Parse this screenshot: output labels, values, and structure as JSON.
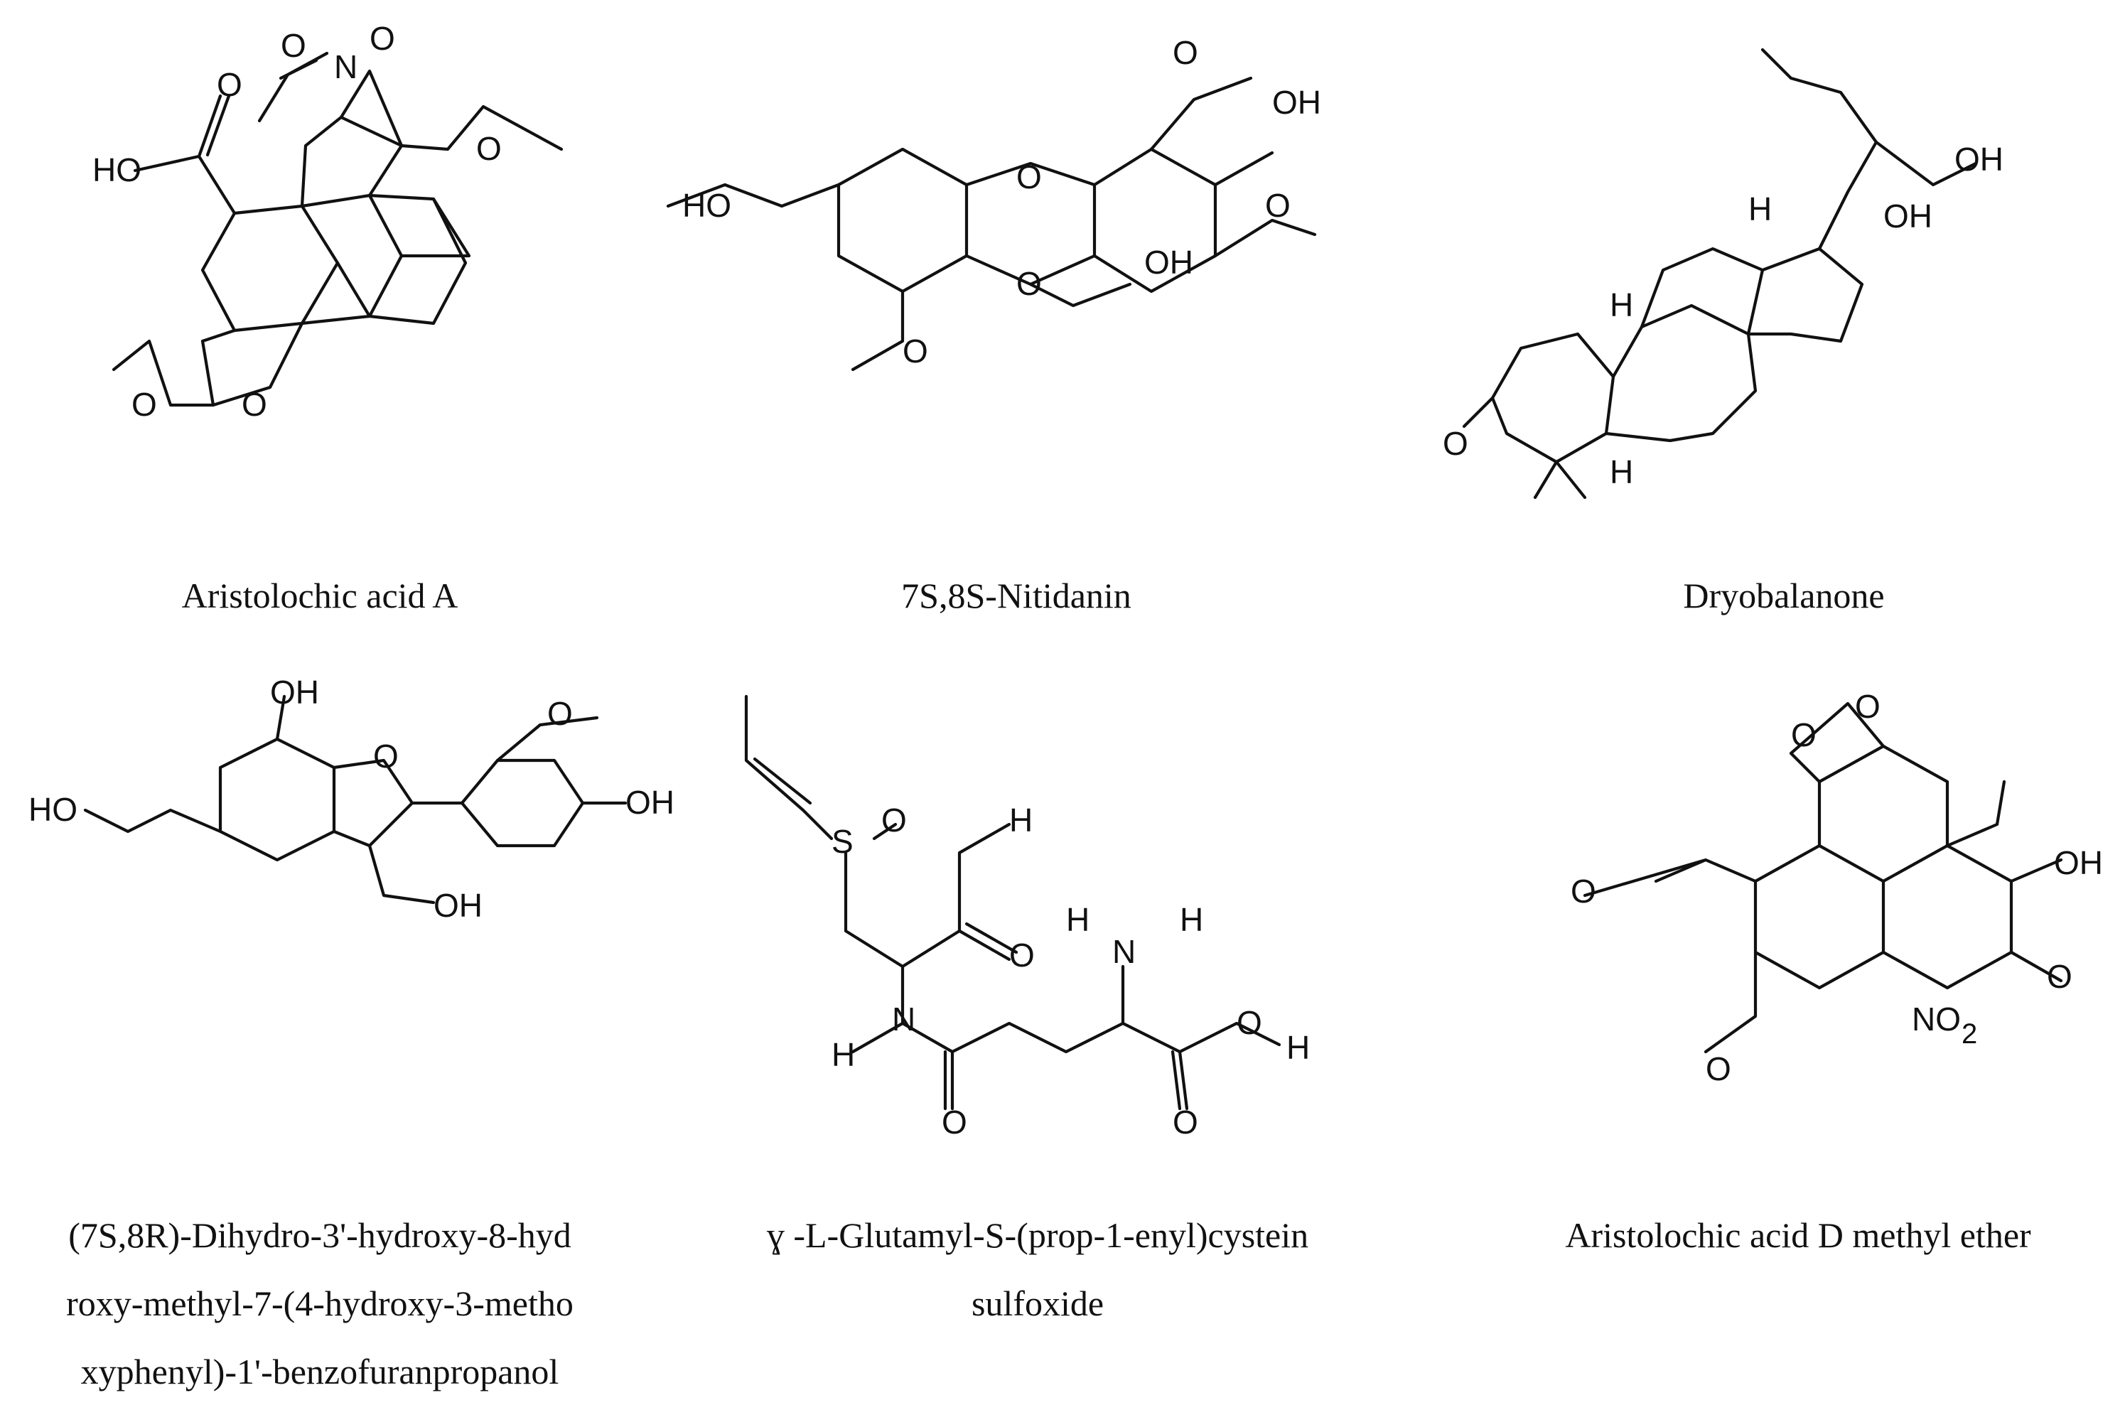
{
  "compounds": [
    {
      "name": "Aristolochic acid A",
      "atoms": {
        "no2_o": "O",
        "no2_n": "N",
        "no2_o2": "O",
        "acid_o": "O",
        "acid_oh": "HO",
        "ome": "O",
        "ring_o1": "O",
        "ring_o2": "O"
      }
    },
    {
      "name": "7S,8S-Nitidanin",
      "atoms": {
        "ho": "HO",
        "o1": "O",
        "o2": "O",
        "ch2oh": "OH",
        "ome1": "O",
        "ome2": "O",
        "oh": "OH",
        "ome3": "O"
      }
    },
    {
      "name": "Dryobalanone",
      "atoms": {
        "oh1": "OH",
        "oh2": "OH",
        "h1": "H",
        "h2": "H",
        "h3": "H",
        "o": "O"
      }
    },
    {
      "name_lines": [
        "(7S,8R)-Dihydro-3'-hydroxy-8-hyd",
        "roxy-methyl-7-(4-hydroxy-3-metho",
        "xyphenyl)-1'-benzofuranpropanol"
      ],
      "atoms": {
        "oh_top": "OH",
        "ring_o": "O",
        "ome": "O",
        "oh_ar": "OH",
        "ho": "HO",
        "ch2oh": "OH"
      }
    },
    {
      "name_lines": [
        "ɣ -L-Glutamyl-S-(prop-1-enyl)cystein",
        "sulfoxide"
      ],
      "atoms": {
        "s": "S",
        "so": "O",
        "h_top": "H",
        "ko": "O",
        "nh2_h1": "H",
        "nh2_n": "N",
        "nh2_h2": "H",
        "nh_n": "N",
        "nh_h": "H",
        "amide_o": "O",
        "acid_o": "O",
        "acid_h": "H",
        "acid_o2": "O"
      }
    },
    {
      "name": "Aristolochic acid D methyl ether",
      "atoms": {
        "o1": "O",
        "o2": "O",
        "ome1": "O",
        "oh": "OH",
        "co": "O",
        "no2": "NO",
        "no2_sub": "2",
        "ome2": "O"
      }
    }
  ]
}
